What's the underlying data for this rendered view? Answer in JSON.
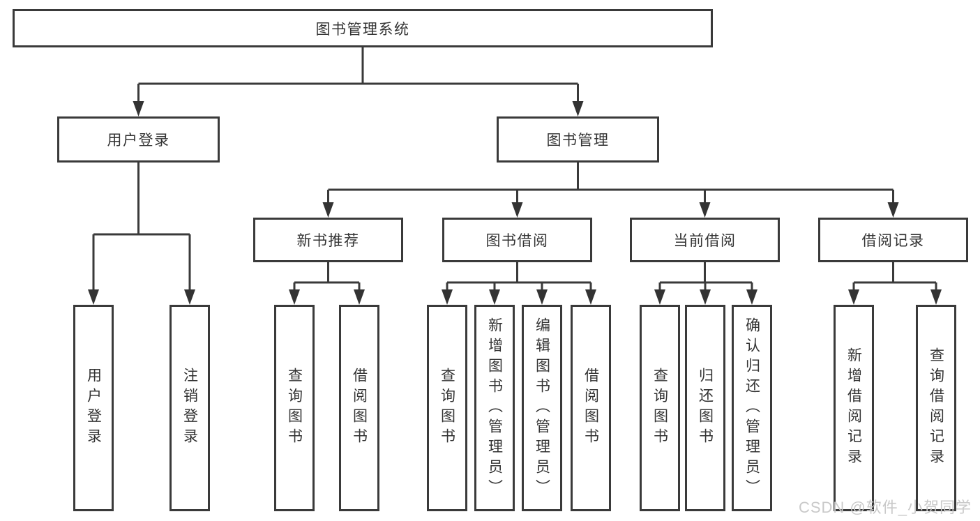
{
  "tree": {
    "root": "图书管理系统",
    "nodes": [
      {
        "label": "用户登录",
        "children": [
          {
            "label": "用户登录"
          },
          {
            "label": "注销登录"
          }
        ]
      },
      {
        "label": "图书管理",
        "children": [
          {
            "label": "新书推荐",
            "children": [
              {
                "label": "查询图书"
              },
              {
                "label": "借阅图书"
              }
            ]
          },
          {
            "label": "图书借阅",
            "children": [
              {
                "label": "查询图书"
              },
              {
                "label": "新增图书（管理员）"
              },
              {
                "label": "编辑图书（管理员）"
              },
              {
                "label": "借阅图书"
              }
            ]
          },
          {
            "label": "当前借阅",
            "children": [
              {
                "label": "查询图书"
              },
              {
                "label": "归还图书"
              },
              {
                "label": "确认归还（管理员）"
              }
            ]
          },
          {
            "label": "借阅记录",
            "children": [
              {
                "label": "新增借阅记录"
              },
              {
                "label": "查询借阅记录"
              }
            ]
          }
        ]
      }
    ]
  },
  "watermark": "CSDN @软件_小贺同学",
  "colors": {
    "line": "#3a3a3a",
    "arrow": "#333333",
    "box_border": "#3a3a3a",
    "box_fill": "#ffffff",
    "text": "#333333",
    "watermark": "#c9c9c9",
    "background": "#ffffff"
  }
}
